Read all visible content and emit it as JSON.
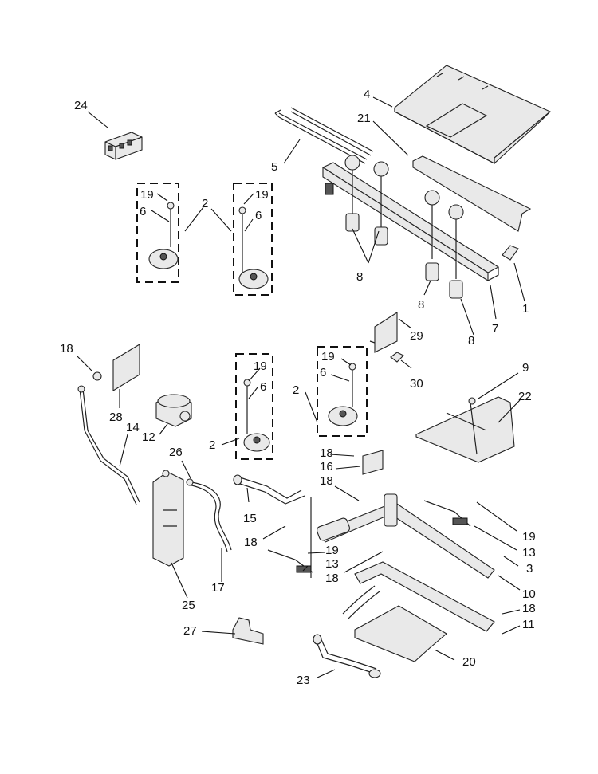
{
  "callouts": [
    {
      "id": "24",
      "text": "24"
    },
    {
      "id": "4",
      "text": "4"
    },
    {
      "id": "21",
      "text": "21"
    },
    {
      "id": "5",
      "text": "5"
    },
    {
      "id": "19a",
      "text": "19"
    },
    {
      "id": "6a",
      "text": "6"
    },
    {
      "id": "2a",
      "text": "2"
    },
    {
      "id": "19b",
      "text": "19"
    },
    {
      "id": "6b",
      "text": "6"
    },
    {
      "id": "8a",
      "text": "8"
    },
    {
      "id": "8b",
      "text": "8"
    },
    {
      "id": "8c",
      "text": "8"
    },
    {
      "id": "1",
      "text": "1"
    },
    {
      "id": "7",
      "text": "7"
    },
    {
      "id": "29",
      "text": "29"
    },
    {
      "id": "30",
      "text": "30"
    },
    {
      "id": "18a",
      "text": "18"
    },
    {
      "id": "28",
      "text": "28"
    },
    {
      "id": "14",
      "text": "14"
    },
    {
      "id": "12",
      "text": "12"
    },
    {
      "id": "19c",
      "text": "19"
    },
    {
      "id": "6c",
      "text": "6"
    },
    {
      "id": "2b",
      "text": "2"
    },
    {
      "id": "2c",
      "text": "2"
    },
    {
      "id": "19d",
      "text": "19"
    },
    {
      "id": "6d",
      "text": "6"
    },
    {
      "id": "9",
      "text": "9"
    },
    {
      "id": "22",
      "text": "22"
    },
    {
      "id": "26",
      "text": "26"
    },
    {
      "id": "18b",
      "text": "18"
    },
    {
      "id": "16",
      "text": "16"
    },
    {
      "id": "18c",
      "text": "18"
    },
    {
      "id": "15",
      "text": "15"
    },
    {
      "id": "19e",
      "text": "19"
    },
    {
      "id": "13a",
      "text": "13"
    },
    {
      "id": "3",
      "text": "3"
    },
    {
      "id": "18d",
      "text": "18"
    },
    {
      "id": "19f",
      "text": "19"
    },
    {
      "id": "13b",
      "text": "13"
    },
    {
      "id": "18e",
      "text": "18"
    },
    {
      "id": "17",
      "text": "17"
    },
    {
      "id": "25",
      "text": "25"
    },
    {
      "id": "10",
      "text": "10"
    },
    {
      "id": "18f",
      "text": "18"
    },
    {
      "id": "11",
      "text": "11"
    },
    {
      "id": "27",
      "text": "27"
    },
    {
      "id": "20",
      "text": "20"
    },
    {
      "id": "23",
      "text": "23"
    }
  ],
  "colors": {
    "line": "#222222",
    "fill": "#e9e9e9",
    "background": "#ffffff"
  }
}
